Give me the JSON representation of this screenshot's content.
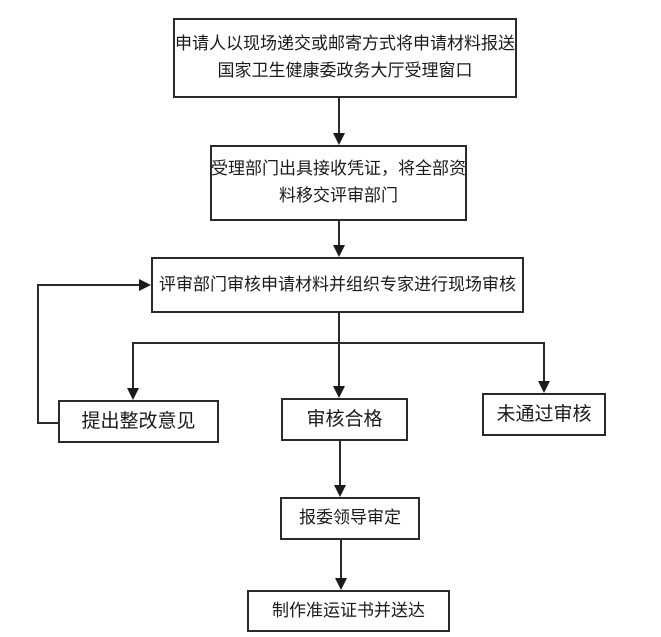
{
  "diagram": {
    "type": "flowchart",
    "nodes": {
      "submit": {
        "lines": [
          "申请人以现场递交或邮寄方式将申请材料报送",
          "国家卫生健康委政务大厅受理窗口"
        ]
      },
      "receipt": {
        "lines": [
          "受理部门出具接收凭证，将全部资",
          "料移交评审部门"
        ]
      },
      "review": {
        "lines": [
          "评审部门审核申请材料并组织专家进行现场审核"
        ]
      },
      "rectify": {
        "lines": [
          "提出整改意见"
        ]
      },
      "pass": {
        "lines": [
          "审核合格"
        ]
      },
      "fail": {
        "lines": [
          "未通过审核"
        ]
      },
      "leader": {
        "lines": [
          "报委领导审定"
        ]
      },
      "issue": {
        "lines": [
          "制作准运证书并送达"
        ]
      }
    },
    "edges": [
      [
        "submit",
        "receipt"
      ],
      [
        "receipt",
        "review"
      ],
      [
        "review",
        "rectify"
      ],
      [
        "review",
        "pass"
      ],
      [
        "review",
        "fail"
      ],
      [
        "rectify",
        "review"
      ],
      [
        "pass",
        "leader"
      ],
      [
        "leader",
        "issue"
      ]
    ],
    "colors": {
      "line": "#2a2a2a",
      "background": "#ffffff"
    }
  }
}
